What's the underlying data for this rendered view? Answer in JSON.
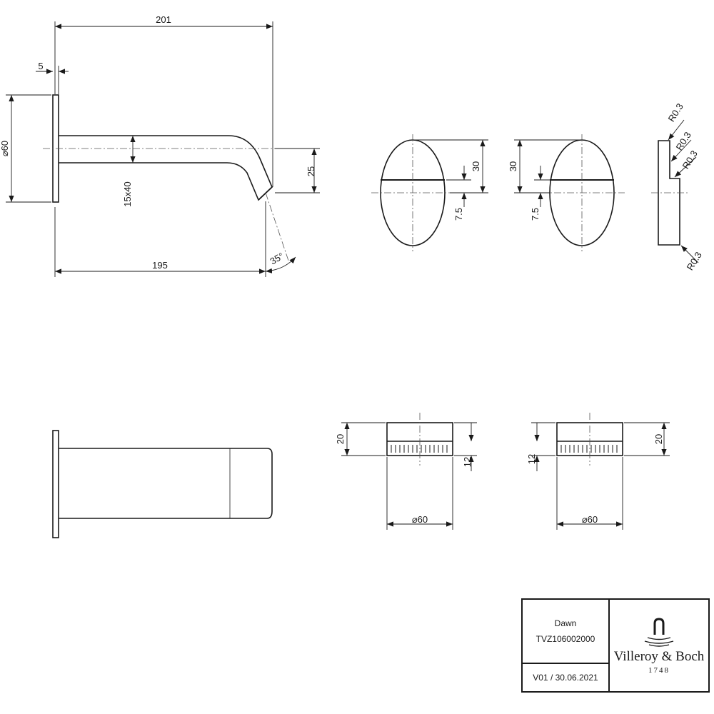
{
  "dimensions": {
    "overall_length": "201",
    "plate_thickness": "5",
    "plate_diameter": "⌀60",
    "spout_section": "15x40",
    "spout_drop": "25",
    "projection": "195",
    "outlet_angle": "35°",
    "handle_height": "30",
    "handle_groove_offset": "7.5",
    "radius": "R0.3",
    "handle_total_height": "20",
    "handle_knurl_height": "12",
    "handle_diameter": "⌀60"
  },
  "title_block": {
    "product_name": "Dawn",
    "article_number": "TVZ106002000",
    "version": "V01 / 30.06.2021",
    "brand": "Villeroy & Boch",
    "brand_year": "1748"
  }
}
